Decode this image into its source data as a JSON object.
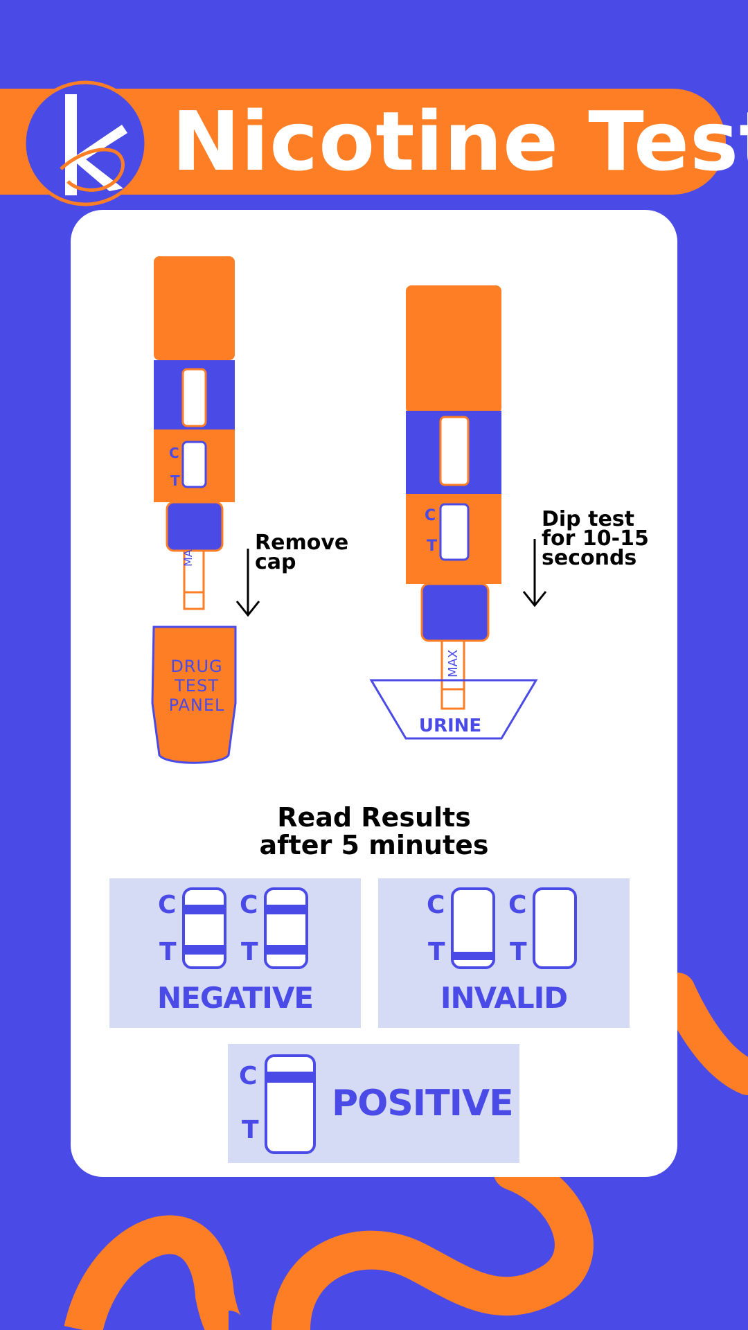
{
  "header": {
    "title": "Nicotine Test",
    "logo_letter": "k"
  },
  "step1": {
    "caption": [
      "Remove",
      "cap"
    ],
    "cap_text": [
      "DRUG",
      "TEST",
      "PANEL"
    ],
    "max_label": "MAX",
    "c": "C",
    "t": "T"
  },
  "step2": {
    "caption": [
      "Dip test",
      "for 10-15",
      "seconds"
    ],
    "cup_label": "URINE",
    "max_label": "MAX",
    "c": "C",
    "t": "T"
  },
  "read": {
    "line1": "Read Results",
    "line2": "after 5 minutes"
  },
  "results": {
    "c": "C",
    "t": "T",
    "negative": "NEGATIVE",
    "invalid": "INVALID",
    "positive": "POSITIVE"
  },
  "colors": {
    "orange": "#fd7e25",
    "blue": "#4a4ae6",
    "panel": "#d5daf5",
    "white": "#ffffff"
  }
}
